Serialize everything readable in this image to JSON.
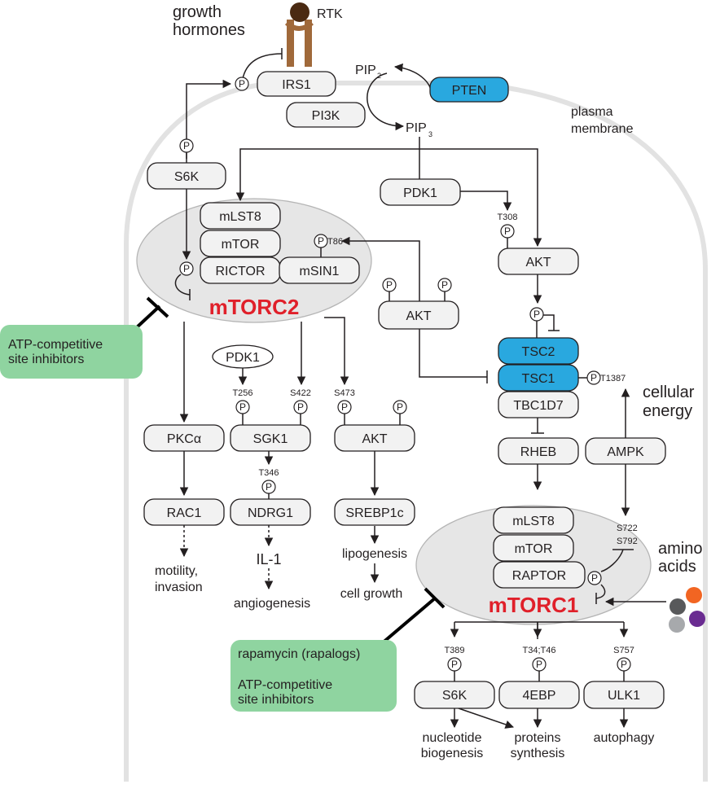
{
  "labels": {
    "growth_hormones_1": "growth",
    "growth_hormones_2": "hormones",
    "rtk": "RTK",
    "pip2": "PIP",
    "pip2_sub": "2",
    "pip3": "PIP",
    "pip3_sub": "3",
    "plasma_1": "plasma",
    "plasma_2": "membrane",
    "cellular_1": "cellular",
    "cellular_2": "energy",
    "amino_1": "amino",
    "amino_2": "acids",
    "motility_1": "motility,",
    "motility_2": "invasion",
    "il1": "IL-1",
    "angiogenesis": "angiogenesis",
    "lipogenesis": "lipogenesis",
    "cell_growth": "cell growth",
    "nucleotide_1": "nucleotide",
    "nucleotide_2": "biogenesis",
    "proteins_1": "proteins",
    "proteins_2": "synthesis",
    "autophagy": "autophagy"
  },
  "boxes": {
    "irs1": "IRS1",
    "pi3k": "PI3K",
    "pten": "PTEN",
    "s6k_top": "S6K",
    "pdk1_top": "PDK1",
    "akt_right": "AKT",
    "akt_mid": "AKT",
    "tsc2": "TSC2",
    "tsc1": "TSC1",
    "tbc1d7": "TBC1D7",
    "rheb": "RHEB",
    "ampk": "AMPK",
    "c2_mlst8": "mLST8",
    "c2_mtor": "mTOR",
    "c2_rictor": "RICTOR",
    "c2_msin1": "mSIN1",
    "pkca": "PKCα",
    "rac1": "RAC1",
    "pdk1_oval": "PDK1",
    "sgk1": "SGK1",
    "ndrg1": "NDRG1",
    "akt_bottom": "AKT",
    "srebp1c": "SREBP1c",
    "c1_mlst8": "mLST8",
    "c1_mtor": "mTOR",
    "c1_raptor": "RAPTOR",
    "s6k_bottom": "S6K",
    "ebp": "4EBP",
    "ulk1": "ULK1"
  },
  "complexes": {
    "mtorc2": "mTORC2",
    "mtorc1": "mTORC1"
  },
  "inhibitors": {
    "c2_line1": "ATP-competitive",
    "c2_line2": "site inhibitors",
    "c1_line1": "rapamycin (rapalogs)",
    "c1_line2": "ATP-competitive",
    "c1_line3": "site inhibitors"
  },
  "phospho": {
    "p": "P",
    "t308": "T308",
    "t86": "T86",
    "t1387": "T1387",
    "t256": "T256",
    "s422": "S422",
    "s473": "S473",
    "t346": "T346",
    "s722": "S722",
    "s792": "S792",
    "t389": "T389",
    "t34t46": "T34;T46",
    "s757": "S757"
  },
  "colors": {
    "blue": "#29a8df",
    "green": "#8fd4a0",
    "complex_red": "#e0202a",
    "membrane": "#e2e2e2",
    "complex_fill": "#e6e6e6",
    "receptor": "#a0693a",
    "ligand": "#4a2a12",
    "amino_orange": "#f26522",
    "amino_purple": "#6a2c91",
    "amino_dark": "#58595b",
    "amino_light": "#a7a9ac"
  }
}
